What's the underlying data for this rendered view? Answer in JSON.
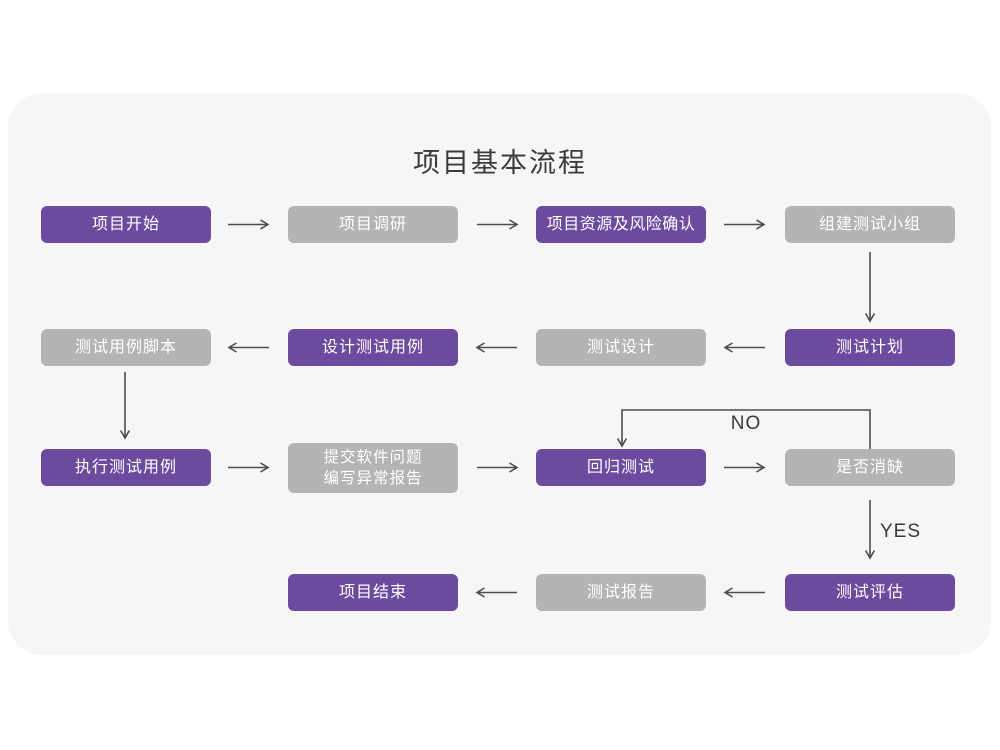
{
  "title": "项目基本流程",
  "colors": {
    "primary_purple": "#6c4b9f",
    "secondary_gray": "#b4b4b6",
    "card_background": "#f6f6f6",
    "page_background": "#ffffff",
    "arrow": "#4d4d4d",
    "node_text": "#ffffff",
    "title_text": "#3b3b3b"
  },
  "edge_labels": {
    "no": "NO",
    "yes": "YES"
  },
  "nodes": {
    "project_start": {
      "label": "项目开始",
      "variant": "purple"
    },
    "project_research": {
      "label": "项目调研",
      "variant": "gray"
    },
    "resource_risk": {
      "label": "项目资源及风险确认",
      "variant": "purple"
    },
    "build_team": {
      "label": "组建测试小组",
      "variant": "gray"
    },
    "test_plan": {
      "label": "测试计划",
      "variant": "purple"
    },
    "test_design": {
      "label": "测试设计",
      "variant": "gray"
    },
    "design_cases": {
      "label": "设计测试用例",
      "variant": "purple"
    },
    "case_script": {
      "label": "测试用例脚本",
      "variant": "gray"
    },
    "execute_cases": {
      "label": "执行测试用例",
      "variant": "purple"
    },
    "submit_issues": {
      "label_lines": [
        "提交软件问题",
        "编写异常报告"
      ],
      "variant": "gray"
    },
    "regression_test": {
      "label": "回归测试",
      "variant": "purple"
    },
    "defect_cleared": {
      "label": "是否消缺",
      "variant": "gray"
    },
    "test_evaluation": {
      "label": "测试评估",
      "variant": "purple"
    },
    "test_report": {
      "label": "测试报告",
      "variant": "gray"
    },
    "project_end": {
      "label": "项目结束",
      "variant": "purple"
    }
  },
  "edges": [
    {
      "from": "project_start",
      "to": "project_research"
    },
    {
      "from": "project_research",
      "to": "resource_risk"
    },
    {
      "from": "resource_risk",
      "to": "build_team"
    },
    {
      "from": "build_team",
      "to": "test_plan"
    },
    {
      "from": "test_plan",
      "to": "test_design"
    },
    {
      "from": "test_design",
      "to": "design_cases"
    },
    {
      "from": "design_cases",
      "to": "case_script"
    },
    {
      "from": "case_script",
      "to": "execute_cases"
    },
    {
      "from": "execute_cases",
      "to": "submit_issues"
    },
    {
      "from": "submit_issues",
      "to": "regression_test"
    },
    {
      "from": "regression_test",
      "to": "defect_cleared"
    },
    {
      "from": "defect_cleared",
      "to": "regression_test",
      "label": "NO"
    },
    {
      "from": "defect_cleared",
      "to": "test_evaluation",
      "label": "YES"
    },
    {
      "from": "test_evaluation",
      "to": "test_report"
    },
    {
      "from": "test_report",
      "to": "project_end"
    }
  ]
}
